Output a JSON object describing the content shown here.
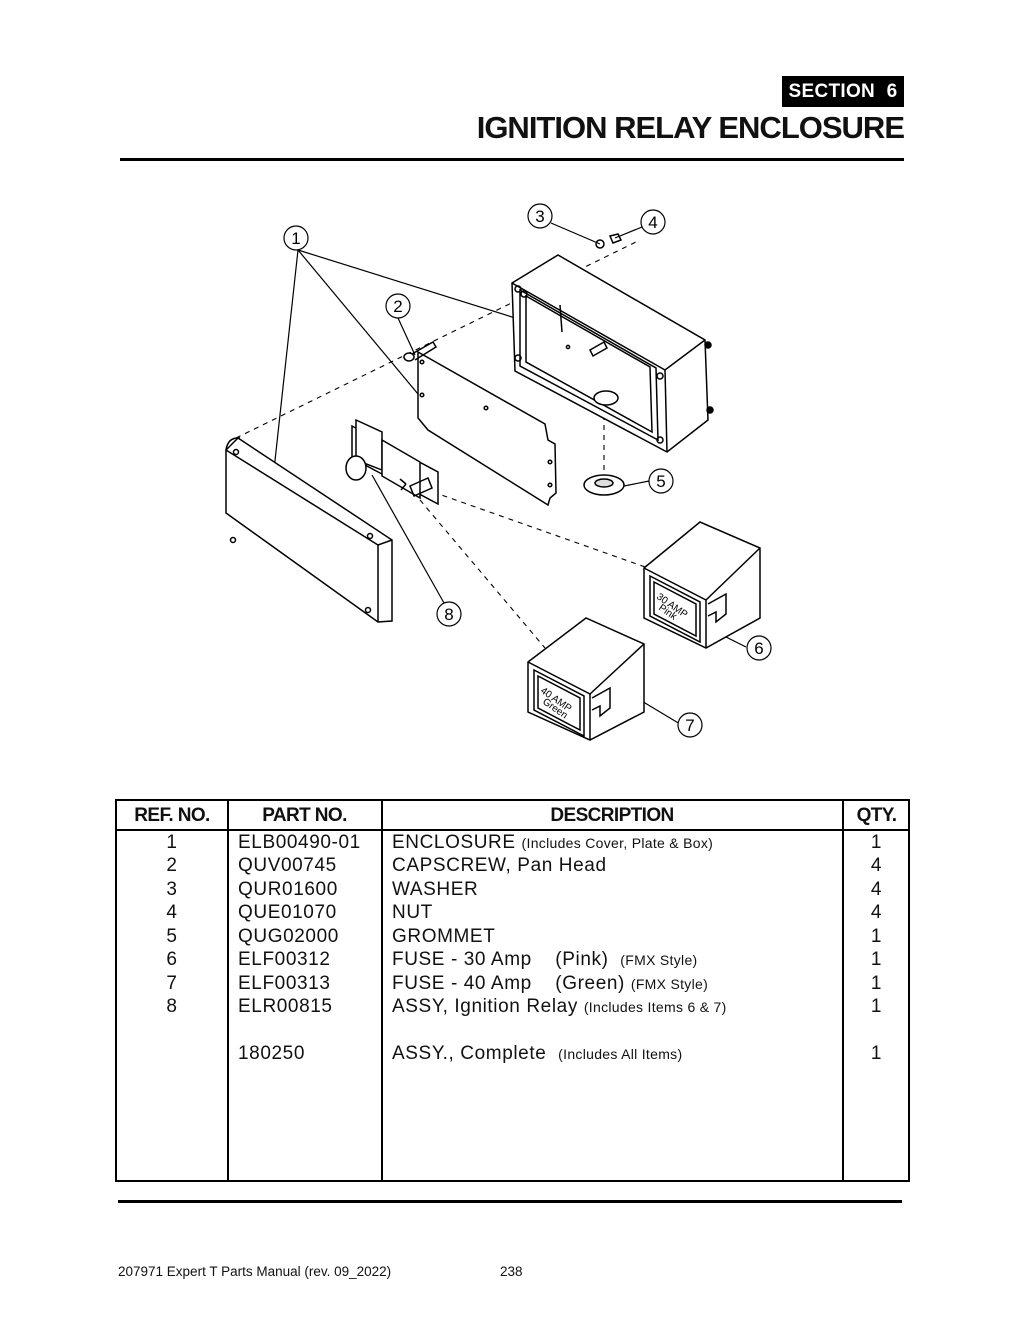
{
  "header": {
    "section": "SECTION 6",
    "title": "IGNITION RELAY ENCLOSURE"
  },
  "diagram": {
    "callouts": [
      "1",
      "2",
      "3",
      "4",
      "5",
      "6",
      "7",
      "8"
    ],
    "fuse_30": {
      "line1": "30 AMP",
      "line2": "Pink"
    },
    "fuse_40": {
      "line1": "40 AMP",
      "line2": "Green"
    }
  },
  "table": {
    "headers": {
      "ref": "REF. NO.",
      "part": "PART NO.",
      "desc": "DESCRIPTION",
      "qty": "QTY."
    },
    "rows": [
      {
        "ref": "1",
        "part": "ELB00490-01",
        "desc": "ENCLOSURE",
        "note": "(Includes Cover, Plate & Box)",
        "qty": "1"
      },
      {
        "ref": "2",
        "part": "QUV00745",
        "desc": "CAPSCREW, Pan Head",
        "note": "",
        "qty": "4"
      },
      {
        "ref": "3",
        "part": "QUR01600",
        "desc": "WASHER",
        "note": "",
        "qty": "4"
      },
      {
        "ref": "4",
        "part": "QUE01070",
        "desc": "NUT",
        "note": "",
        "qty": "4"
      },
      {
        "ref": "5",
        "part": "QUG02000",
        "desc": "GROMMET",
        "note": "",
        "qty": "1"
      },
      {
        "ref": "6",
        "part": "ELF00312",
        "desc": "FUSE - 30 Amp    (Pink)",
        "note": "(FMX Style)",
        "qty": "1"
      },
      {
        "ref": "7",
        "part": "ELF00313",
        "desc": "FUSE - 40 Amp    (Green)",
        "note": "(FMX Style)",
        "qty": "1"
      },
      {
        "ref": "8",
        "part": "ELR00815",
        "desc": "ASSY, Ignition Relay",
        "note": "(Includes Items 6 & 7)",
        "qty": "1"
      }
    ],
    "complete": {
      "ref": "",
      "part": "180250",
      "desc": "ASSY., Complete",
      "note": "(Includes All Items)",
      "qty": "1"
    }
  },
  "footer": {
    "manual": "207971 Expert T Parts Manual (rev. 09_2022)",
    "page": "238"
  }
}
